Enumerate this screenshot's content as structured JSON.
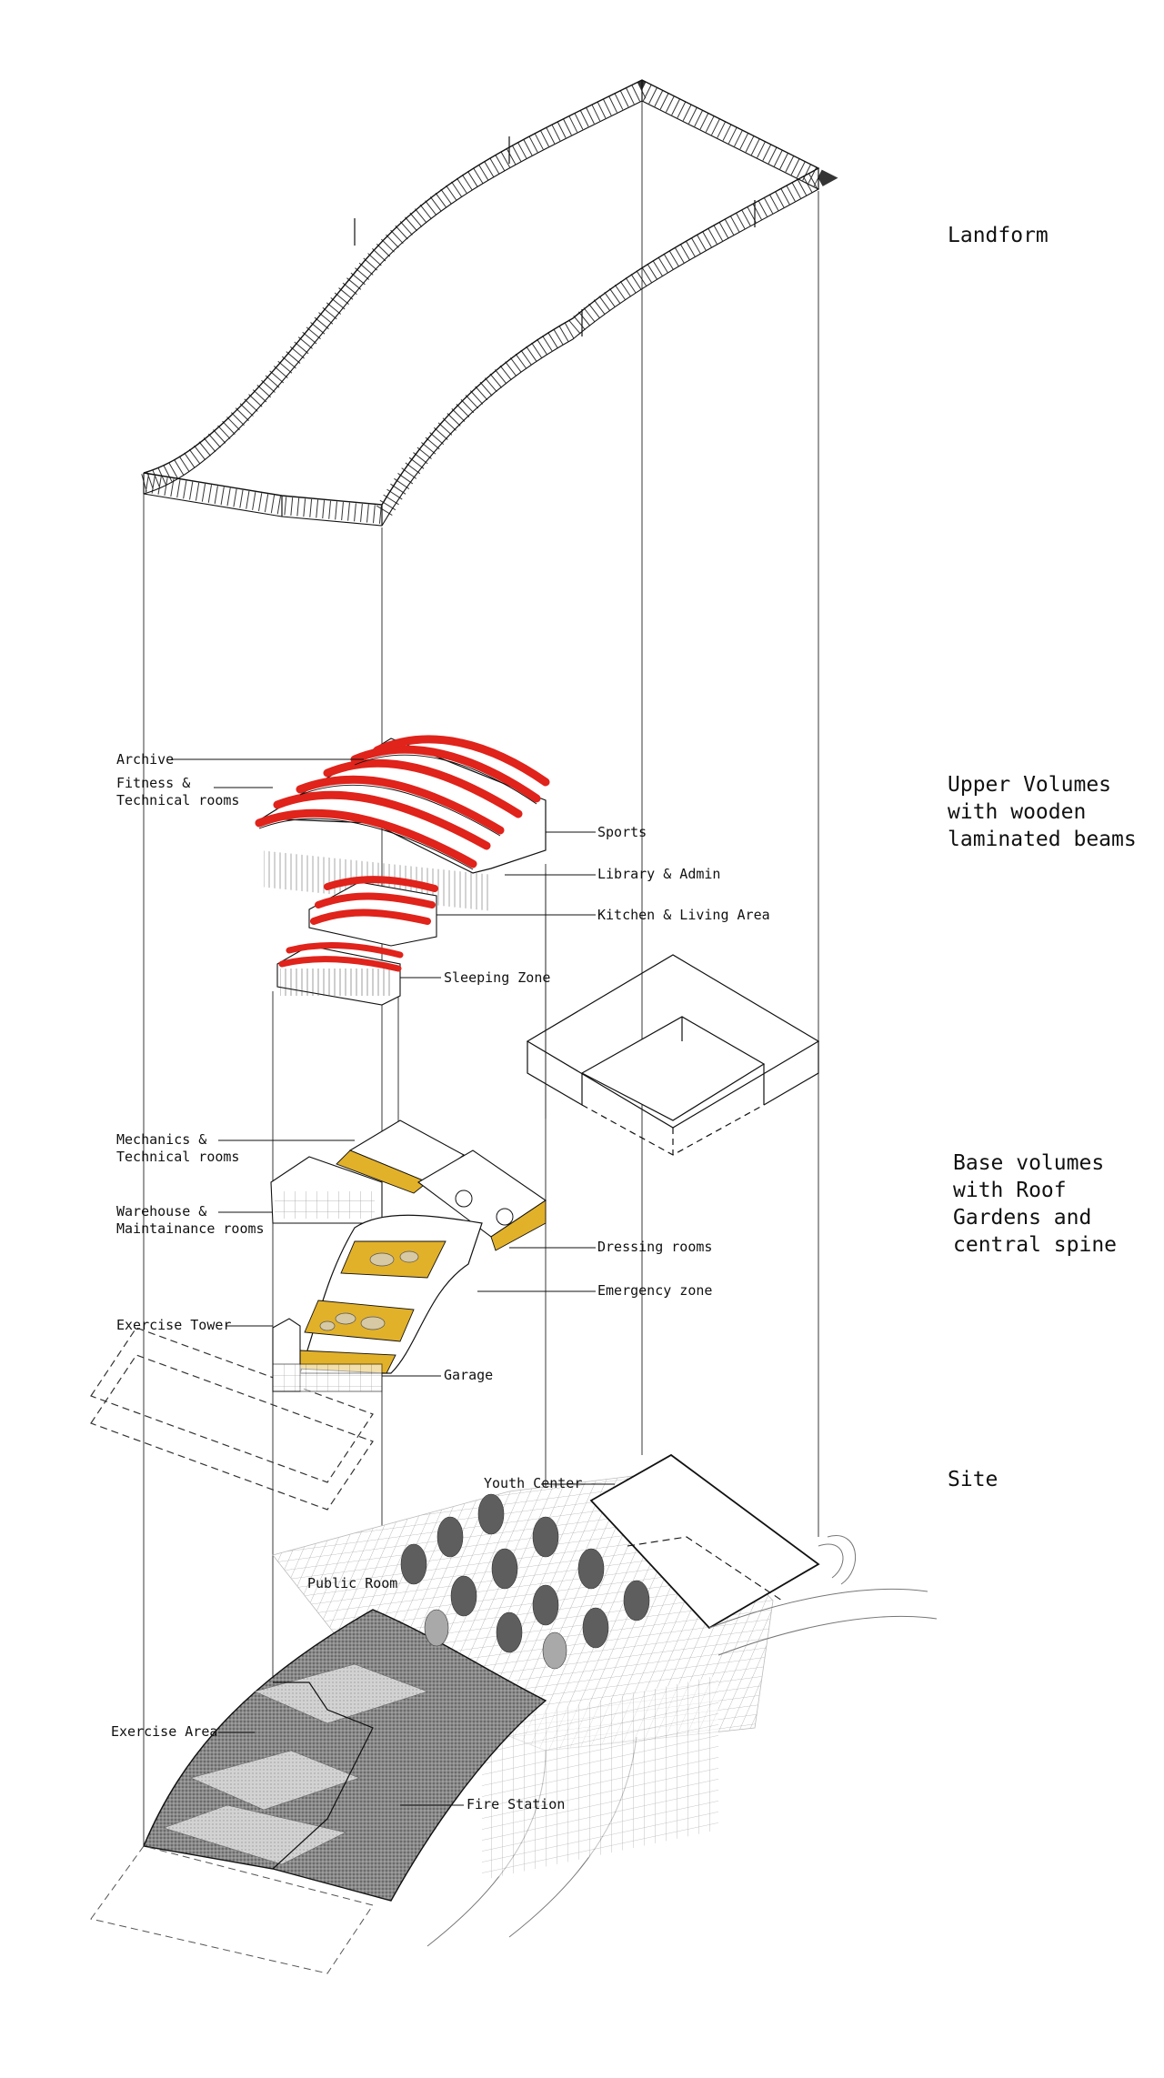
{
  "colors": {
    "line": "#111111",
    "beam_red": "#e0231b",
    "roof_garden_yellow": "#e2b12a",
    "garden_blob": "#d6c9a3",
    "hatch_grey": "#7a7a7a",
    "tree_grey": "#5e5e5e"
  },
  "sections": {
    "landform": "Landform",
    "upper_volumes": "Upper Volumes\nwith wooden\nlaminated beams",
    "base_volumes": "Base volumes\nwith Roof\nGardens and\ncentral spine",
    "site": "Site"
  },
  "callouts": {
    "archive": "Archive",
    "fitness": "Fitness &\nTechnical rooms",
    "sports": "Sports",
    "library": "Library & Admin",
    "kitchen": "Kitchen & Living Area",
    "sleeping": "Sleeping Zone",
    "mechanics": "Mechanics &\nTechnical rooms",
    "warehouse": "Warehouse &\nMaintainance rooms",
    "dressing": "Dressing rooms",
    "emergency": "Emergency zone",
    "exercise_tower": "Exercise Tower",
    "garage": "Garage",
    "youth_center": "Youth Center",
    "public_room": "Public Room",
    "exercise_area": "Exercise Area",
    "fire_station": "Fire Station"
  }
}
